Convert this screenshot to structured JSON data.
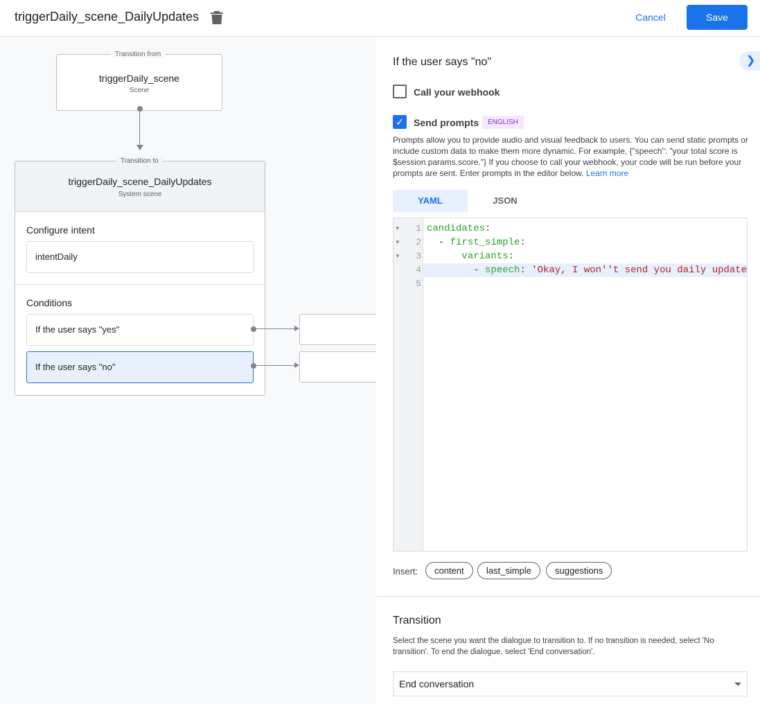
{
  "header": {
    "title": "triggerDaily_scene_DailyUpdates",
    "cancel": "Cancel",
    "save": "Save"
  },
  "canvas": {
    "from": {
      "label": "Transition from",
      "name": "triggerDaily_scene",
      "type": "Scene"
    },
    "to": {
      "label": "Transition to",
      "name": "triggerDaily_scene_DailyUpdates",
      "type": "System scene"
    },
    "intent_heading": "Configure intent",
    "intent": "intentDaily",
    "conditions_heading": "Conditions",
    "conditions": [
      "If the user says \"yes\"",
      "If the user says \"no\""
    ]
  },
  "panel": {
    "heading": "If the user says \"no\"",
    "webhook_label": "Call your webhook",
    "webhook_checked": false,
    "prompts_label": "Send prompts",
    "prompts_checked": true,
    "language_badge": "ENGLISH",
    "description": "Prompts allow you to provide audio and visual feedback to users. You can send static prompts or include custom data to make them more dynamic. For example, {\"speech\": \"your total score is $session.params.score.\"} If you choose to call your webhook, your code will be run before your prompts are sent. Enter prompts in the editor below.",
    "learn_more": "Learn more",
    "tabs": [
      "YAML",
      "JSON"
    ],
    "active_tab": "YAML",
    "code": {
      "line_numbers": [
        "1",
        "2",
        "3",
        "4",
        "5"
      ],
      "l1_key": "candidates",
      "l2_key": "first_simple",
      "l3_key": "variants",
      "l4_key": "speech",
      "l4_value": "'Okay, I won''t send you daily update"
    },
    "insert_label": "Insert:",
    "insert_chips": [
      "content",
      "last_simple",
      "suggestions"
    ],
    "transition_heading": "Transition",
    "transition_desc": "Select the scene you want the dialogue to transition to. If no transition is needed, select 'No transition'. To end the dialogue, select 'End conversation'.",
    "transition_value": "End conversation"
  },
  "colors": {
    "accent": "#1a73e8",
    "selected": "#e8f0fe",
    "badge_bg": "#f3e8fd",
    "badge_text": "#8430ce"
  }
}
